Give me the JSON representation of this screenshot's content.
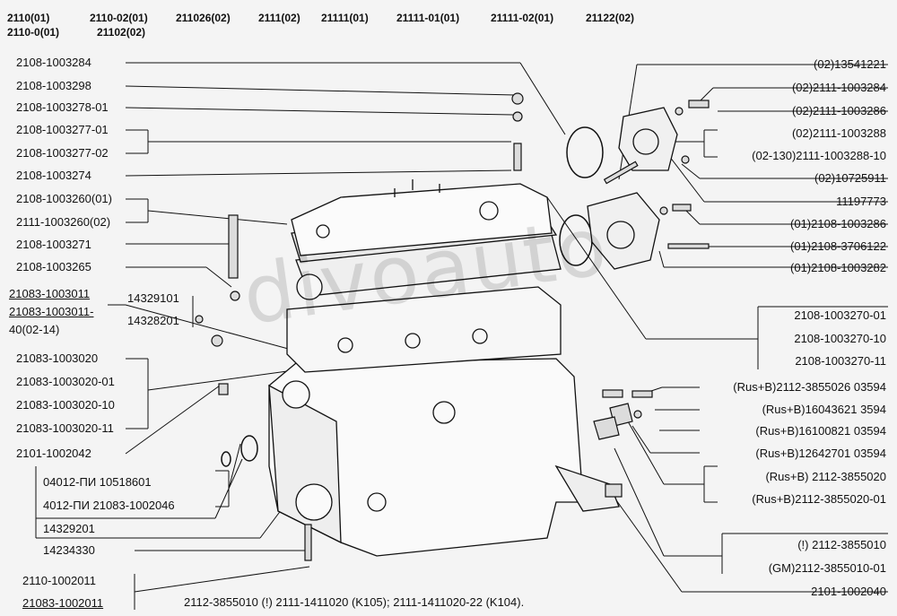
{
  "header": {
    "models_row1": [
      "2110(01)",
      "2110-02(01)",
      "211026(02)",
      "2111(02)",
      "21111(01)",
      "21111-01(01)",
      "21111-02(01)",
      "21122(02)"
    ],
    "models_row2": [
      "2110-0(01)",
      "21102(02)"
    ]
  },
  "left_labels": [
    "2108-1003284",
    "2108-1003298",
    "2108-1003278-01",
    "2108-1003277-01",
    "2108-1003277-02",
    "2108-1003274",
    "2108-1003260(01)",
    "2111-1003260(02)",
    "2108-1003271",
    "2108-1003265",
    "21083-1003011",
    "21083-1003011-",
    "40(02-14)",
    "14329101",
    "14328201",
    "21083-1003020",
    "21083-1003020-01",
    "21083-1003020-10",
    "21083-1003020-11",
    "2101-1002042",
    "04012-ПИ 10518601",
    "4012-ПИ 21083-1002046",
    "14329201",
    "14234330",
    "2110-1002011",
    "21083-1002011"
  ],
  "right_labels": [
    "(02)13541221",
    "(02)2111-1003284",
    "(02)2111-1003286",
    "(02)2111-1003288",
    "(02-130)2111-1003288-10",
    "(02)10725911",
    "11197773",
    "(01)2108-1003286",
    "(01)2108-3706122",
    "(01)2108-1003282",
    "2108-1003270-01",
    "2108-1003270-10",
    "2108-1003270-11",
    "(Rus+B)2112-3855026 03594",
    "(Rus+B)16043621 3594",
    "(Rus+B)16100821 03594",
    "(Rus+B)12642701 03594",
    "(Rus+B)  2112-3855020",
    "(Rus+B)2112-3855020-01",
    "(!)       2112-3855010",
    "(GM)2112-3855010-01",
    "2101-1002040"
  ],
  "footer": "2112-3855010 (!) 2111-1411020 (K105); 2111-1411020-22 (K104).",
  "watermark": "divoauto",
  "colors": {
    "background": "#f4f4f4",
    "ink": "#111111"
  }
}
